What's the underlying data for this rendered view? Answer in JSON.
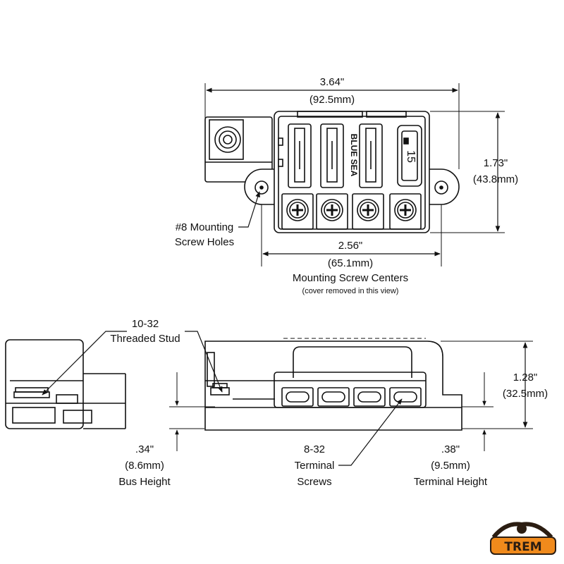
{
  "top_view": {
    "width_in": "3.64\"",
    "width_mm": "(92.5mm)",
    "height_in": "1.73\"",
    "height_mm": "(43.8mm)",
    "screw_centers_in": "2.56\"",
    "screw_centers_mm": "(65.1mm)",
    "screw_centers_title": "Mounting Screw Centers",
    "screw_centers_note": "(cover removed in this view)",
    "mount_holes_line1": "#8 Mounting",
    "mount_holes_line2": "Screw Holes",
    "fuse_rating": "15",
    "brand_text": "BLUE SEA"
  },
  "side_view": {
    "stud_line1": "10-32",
    "stud_line2": "Threaded Stud",
    "bus_height_in": ".34\"",
    "bus_height_mm": "(8.6mm)",
    "bus_height_label": "Bus Height",
    "terminal_screws_line1": "8-32",
    "terminal_screws_line2": "Terminal",
    "terminal_screws_line3": "Screws",
    "terminal_height_in": ".38\"",
    "terminal_height_mm": "(9.5mm)",
    "terminal_height_label": "Terminal Height",
    "total_height_in": "1.28\"",
    "total_height_mm": "(32.5mm)"
  },
  "logo": {
    "text": "TREM"
  },
  "colors": {
    "line": "#111111",
    "body": "#ffffff",
    "logo_orange": "#f08a1c",
    "logo_dark": "#2b1d12"
  }
}
